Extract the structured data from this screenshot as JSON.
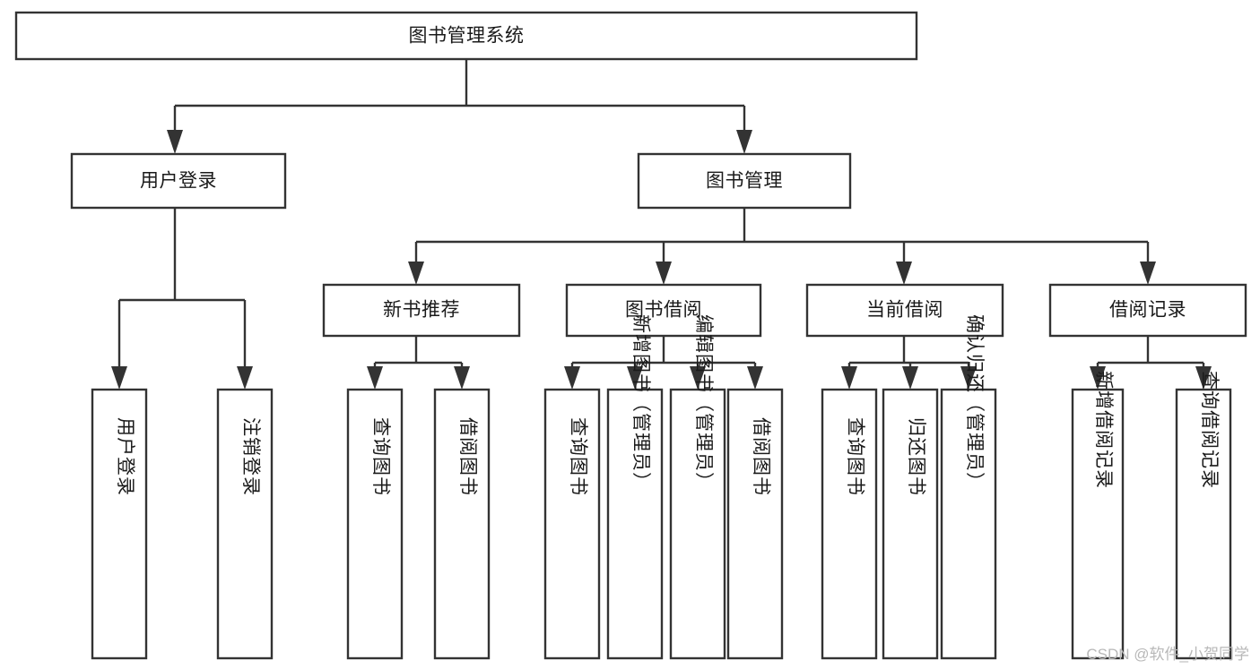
{
  "diagram": {
    "title": "图书管理系统",
    "type": "tree",
    "watermark": "CSDN @软件_小贺同学",
    "colors": {
      "box_stroke": "#333333",
      "box_fill": "#ffffff",
      "text": "#1a1a1a",
      "connector": "#333333",
      "background": "#ffffff",
      "watermark": "#b8b8b8"
    },
    "levels": {
      "root": "图书管理系统",
      "level2": [
        "用户登录",
        "图书管理"
      ],
      "level3": [
        "新书推荐",
        "图书借阅",
        "当前借阅",
        "借阅记录"
      ]
    },
    "nodes": {
      "root": {
        "label": "图书管理系统",
        "orientation": "horizontal"
      },
      "user_login": {
        "label": "用户登录",
        "orientation": "horizontal"
      },
      "book_manage": {
        "label": "图书管理",
        "orientation": "horizontal"
      },
      "new_book_rec": {
        "label": "新书推荐",
        "orientation": "horizontal"
      },
      "book_borrow": {
        "label": "图书借阅",
        "orientation": "horizontal"
      },
      "current_borrow": {
        "label": "当前借阅",
        "orientation": "horizontal"
      },
      "borrow_record": {
        "label": "借阅记录",
        "orientation": "horizontal"
      },
      "leaf_user_login": {
        "label": "用户登录",
        "orientation": "vertical"
      },
      "leaf_logout": {
        "label": "注销登录",
        "orientation": "vertical"
      },
      "leaf_query_book_1": {
        "label": "查询图书",
        "orientation": "vertical"
      },
      "leaf_borrow_book_1": {
        "label": "借阅图书",
        "orientation": "vertical"
      },
      "leaf_query_book_2": {
        "label": "查询图书",
        "orientation": "vertical"
      },
      "leaf_add_book": {
        "label": "新增图书（管理员）",
        "orientation": "vertical"
      },
      "leaf_edit_book": {
        "label": "编辑图书（管理员）",
        "orientation": "vertical"
      },
      "leaf_borrow_book_2": {
        "label": "借阅图书",
        "orientation": "vertical"
      },
      "leaf_query_book_3": {
        "label": "查询图书",
        "orientation": "vertical"
      },
      "leaf_return_book": {
        "label": "归还图书",
        "orientation": "vertical"
      },
      "leaf_confirm_return": {
        "label": "确认归还（管理员）",
        "orientation": "vertical"
      },
      "leaf_add_record": {
        "label": "新增借阅记录",
        "orientation": "vertical"
      },
      "leaf_query_record": {
        "label": "查询借阅记录",
        "orientation": "vertical"
      }
    },
    "edges": [
      {
        "from": "root",
        "to": "user_login"
      },
      {
        "from": "root",
        "to": "book_manage"
      },
      {
        "from": "user_login",
        "to": "leaf_user_login"
      },
      {
        "from": "user_login",
        "to": "leaf_logout"
      },
      {
        "from": "book_manage",
        "to": "new_book_rec"
      },
      {
        "from": "book_manage",
        "to": "book_borrow"
      },
      {
        "from": "book_manage",
        "to": "current_borrow"
      },
      {
        "from": "book_manage",
        "to": "borrow_record"
      },
      {
        "from": "new_book_rec",
        "to": "leaf_query_book_1"
      },
      {
        "from": "new_book_rec",
        "to": "leaf_borrow_book_1"
      },
      {
        "from": "book_borrow",
        "to": "leaf_query_book_2"
      },
      {
        "from": "book_borrow",
        "to": "leaf_add_book"
      },
      {
        "from": "book_borrow",
        "to": "leaf_edit_book"
      },
      {
        "from": "book_borrow",
        "to": "leaf_borrow_book_2"
      },
      {
        "from": "current_borrow",
        "to": "leaf_query_book_3"
      },
      {
        "from": "current_borrow",
        "to": "leaf_return_book"
      },
      {
        "from": "current_borrow",
        "to": "leaf_confirm_return"
      },
      {
        "from": "borrow_record",
        "to": "leaf_add_record"
      },
      {
        "from": "borrow_record",
        "to": "leaf_query_record"
      }
    ]
  }
}
